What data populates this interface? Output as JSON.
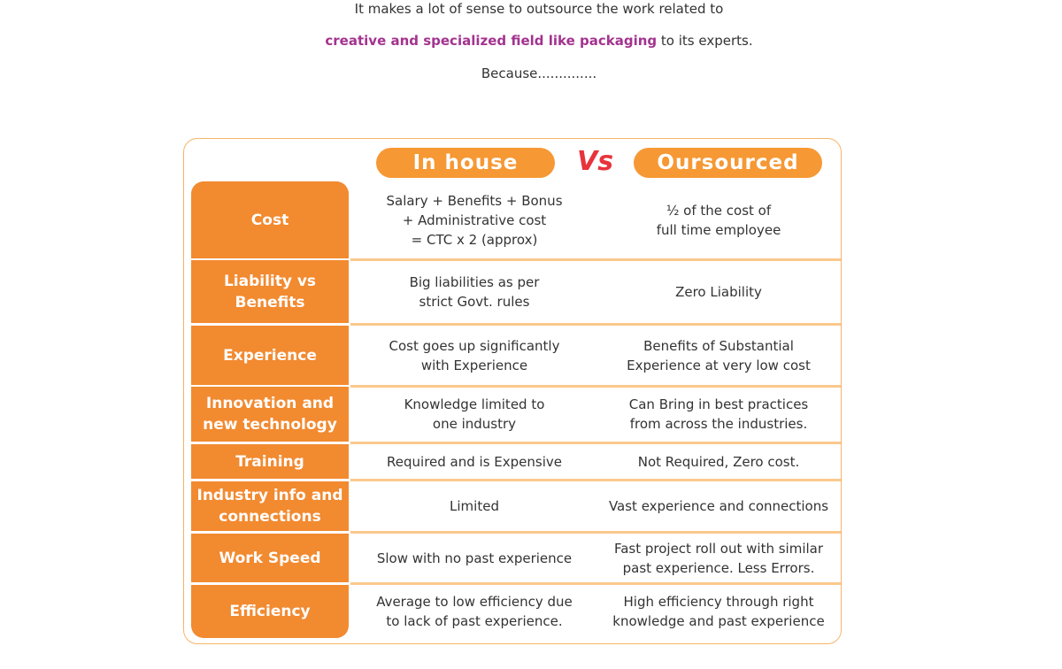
{
  "intro": {
    "line1": "It makes a lot of sense to outsource the work related to",
    "highlight": "creative and specialized field like packaging",
    "line2_rest": " to its experts.",
    "line3": "Because.............."
  },
  "headers": {
    "inhouse": "In house",
    "vs": "Vs",
    "outsourced": "Oursourced"
  },
  "rows": [
    {
      "label": "Cost",
      "inhouse": "Salary + Benefits + Bonus\n+ Administrative cost\n= CTC x 2 (approx)",
      "outsourced": "½ of the cost of\nfull time employee"
    },
    {
      "label": "Liability vs\nBenefits",
      "inhouse": "Big liabilities as per\nstrict Govt. rules",
      "outsourced": "Zero Liability"
    },
    {
      "label": "Experience",
      "inhouse": "Cost goes up significantly\nwith Experience",
      "outsourced": "Benefits of Substantial\nExperience at very low cost"
    },
    {
      "label": "Innovation and\nnew technology",
      "inhouse": "Knowledge limited to\none industry",
      "outsourced": "Can Bring in best practices\nfrom across the industries."
    },
    {
      "label": "Training",
      "inhouse": "Required and is Expensive",
      "outsourced": "Not Required, Zero cost."
    },
    {
      "label": "Industry info and\nconnections",
      "inhouse": "Limited",
      "outsourced": "Vast experience and connections"
    },
    {
      "label": "Work Speed",
      "inhouse": "Slow with no past experience",
      "outsourced": "Fast project roll out with similar\npast experience. Less Errors."
    },
    {
      "label": "Efficiency",
      "inhouse": "Average to low efficiency due\nto lack of past experience.",
      "outsourced": "High efficiency through right\nknowledge and past experience"
    }
  ]
}
